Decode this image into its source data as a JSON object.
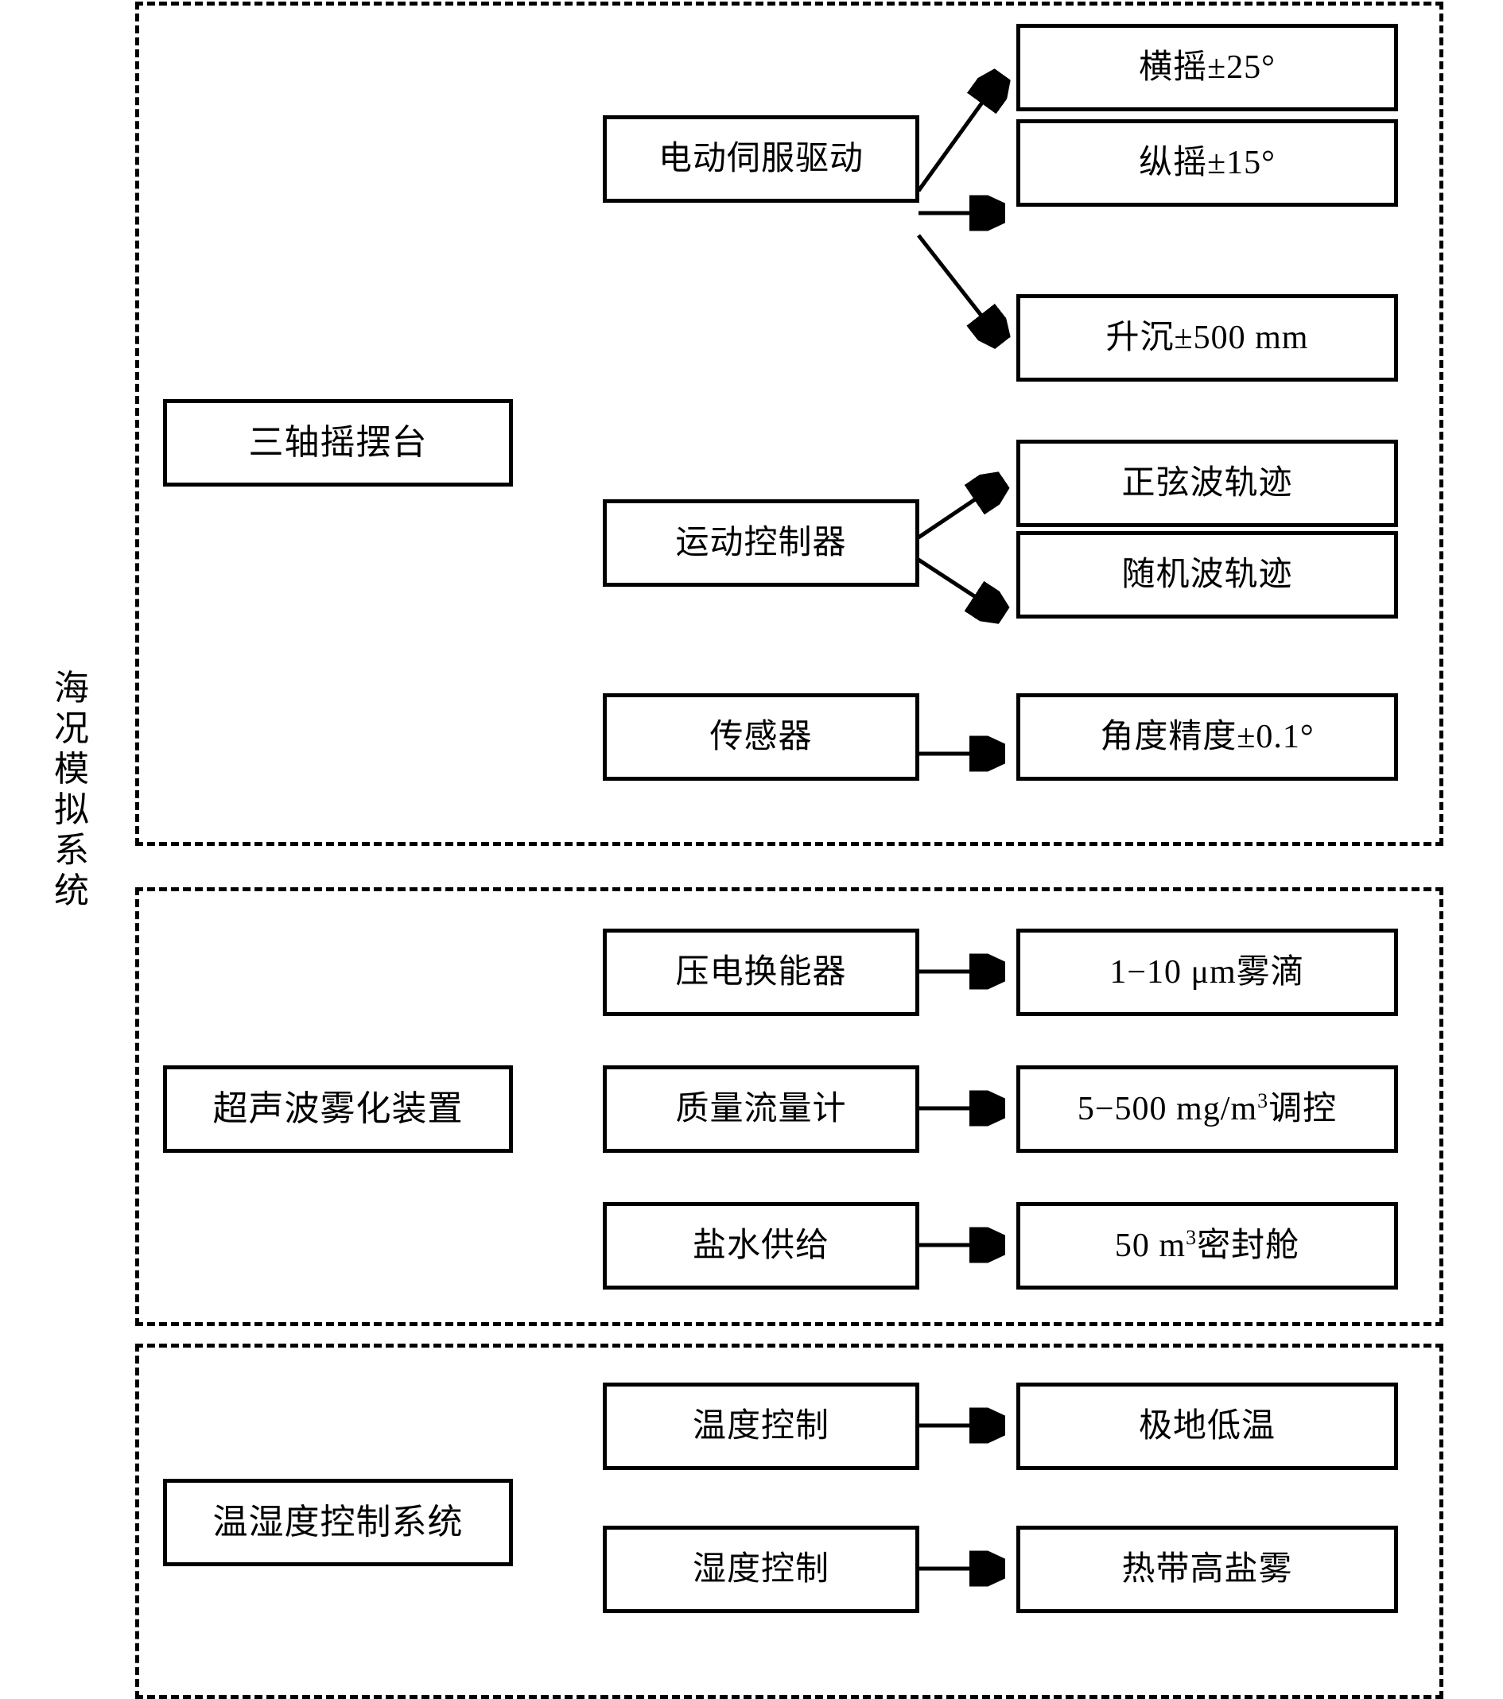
{
  "diagram": {
    "title_vertical": "海况模拟系统",
    "accent_color": "#000000",
    "background_color": "#ffffff",
    "sections": [
      {
        "id": "three-axis-swing-platform",
        "group_label": "三轴摇摆台",
        "rows": [
          {
            "source": "电动伺服驱动",
            "targets": [
              "横摇±25°",
              "纵摇±15°",
              "升沉±500 mm"
            ]
          },
          {
            "source": "运动控制器",
            "targets": [
              "正弦波轨迹",
              "随机波轨迹"
            ]
          },
          {
            "source": "传感器",
            "targets": [
              "角度精度±0.1°"
            ]
          }
        ]
      },
      {
        "id": "ultrasonic-atomization-device",
        "group_label": "超声波雾化装置",
        "rows": [
          {
            "source": "压电换能器",
            "targets": [
              "1−10 μm雾滴"
            ]
          },
          {
            "source": "质量流量计",
            "targets": [
              "5−500 mg/m³调控"
            ]
          },
          {
            "source": "盐水供给",
            "targets": [
              "50 m³密封舱"
            ]
          }
        ]
      },
      {
        "id": "temperature-humidity-control-system",
        "group_label": "温湿度控制系统",
        "rows": [
          {
            "source": "温度控制",
            "targets": [
              "极地低温"
            ]
          },
          {
            "source": "湿度控制",
            "targets": [
              "热带高盐雾"
            ]
          }
        ]
      }
    ],
    "boxes": {
      "roll": "横摇±25°",
      "pitch": "纵摇±15°",
      "heave": "升沉±500 mm",
      "electric_servo": "电动伺服驱动",
      "swing_platform": "三轴摇摆台",
      "motion_controller": "运动控制器",
      "sine_wave": "正弦波轨迹",
      "random_wave": "随机波轨迹",
      "sensor": "传感器",
      "angle_accuracy": "角度精度±0.1°",
      "piezo_transducer": "压电换能器",
      "droplet_size": "1−10 μm雾滴",
      "atomizer_group": "超声波雾化装置",
      "mass_flow_meter": "质量流量计",
      "flow_range_pre": "5−500 mg/m",
      "flow_range_sup": "3",
      "flow_range_post": "调控",
      "brine_supply": "盐水供给",
      "chamber_pre": "50 m",
      "chamber_sup": "3",
      "chamber_post": "密封舱",
      "temp_control": "温度控制",
      "polar_low_temp": "极地低温",
      "th_group": "温湿度控制系统",
      "humidity_control": "湿度控制",
      "tropical_salt_fog": "热带高盐雾"
    }
  }
}
